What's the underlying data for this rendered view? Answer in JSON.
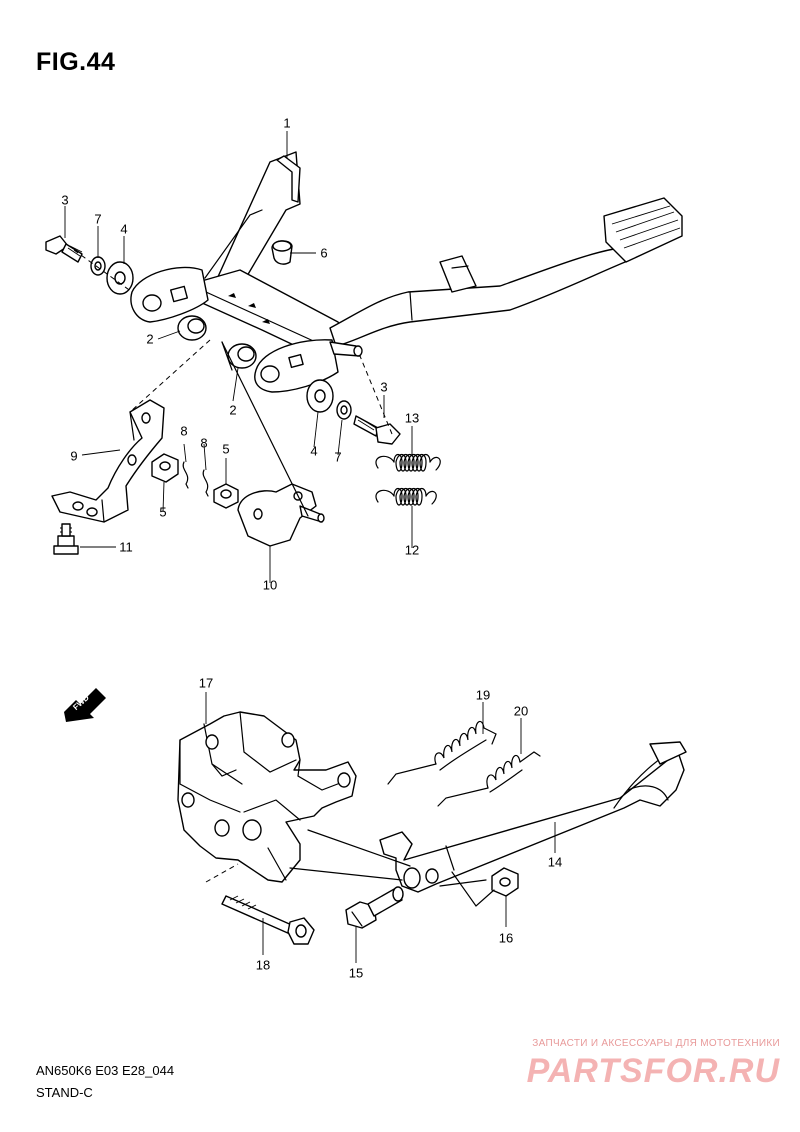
{
  "figure": {
    "title": "FIG.44"
  },
  "callouts": [
    {
      "key": "c1",
      "label": "1"
    },
    {
      "key": "c3a",
      "label": "3"
    },
    {
      "key": "c7a",
      "label": "7"
    },
    {
      "key": "c4a",
      "label": "4"
    },
    {
      "key": "c6",
      "label": "6"
    },
    {
      "key": "c2a",
      "label": "2"
    },
    {
      "key": "c2b",
      "label": "2"
    },
    {
      "key": "c3b",
      "label": "3"
    },
    {
      "key": "c13",
      "label": "13"
    },
    {
      "key": "c4b",
      "label": "4"
    },
    {
      "key": "c7b",
      "label": "7"
    },
    {
      "key": "c9",
      "label": "9"
    },
    {
      "key": "c8a",
      "label": "8"
    },
    {
      "key": "c8b",
      "label": "8"
    },
    {
      "key": "c5a",
      "label": "5"
    },
    {
      "key": "c5b",
      "label": "5"
    },
    {
      "key": "c12",
      "label": "12"
    },
    {
      "key": "c11",
      "label": "11"
    },
    {
      "key": "c10",
      "label": "10"
    },
    {
      "key": "c17",
      "label": "17"
    },
    {
      "key": "c19",
      "label": "19"
    },
    {
      "key": "c20",
      "label": "20"
    },
    {
      "key": "c14",
      "label": "14"
    },
    {
      "key": "c16",
      "label": "16"
    },
    {
      "key": "c18",
      "label": "18"
    },
    {
      "key": "c15",
      "label": "15"
    }
  ],
  "direction_arrow": {
    "label": "FWD",
    "icon": "forward-arrow-icon"
  },
  "footer": {
    "model_code": "AN650K6 E03 E28_044",
    "section": "STAND-C"
  },
  "watermark": {
    "tagline": "ЗАПЧАСТИ И АКСЕССУАРЫ ДЛЯ МОТОТЕХНИКИ",
    "brand": "PARTSFOR.RU"
  }
}
